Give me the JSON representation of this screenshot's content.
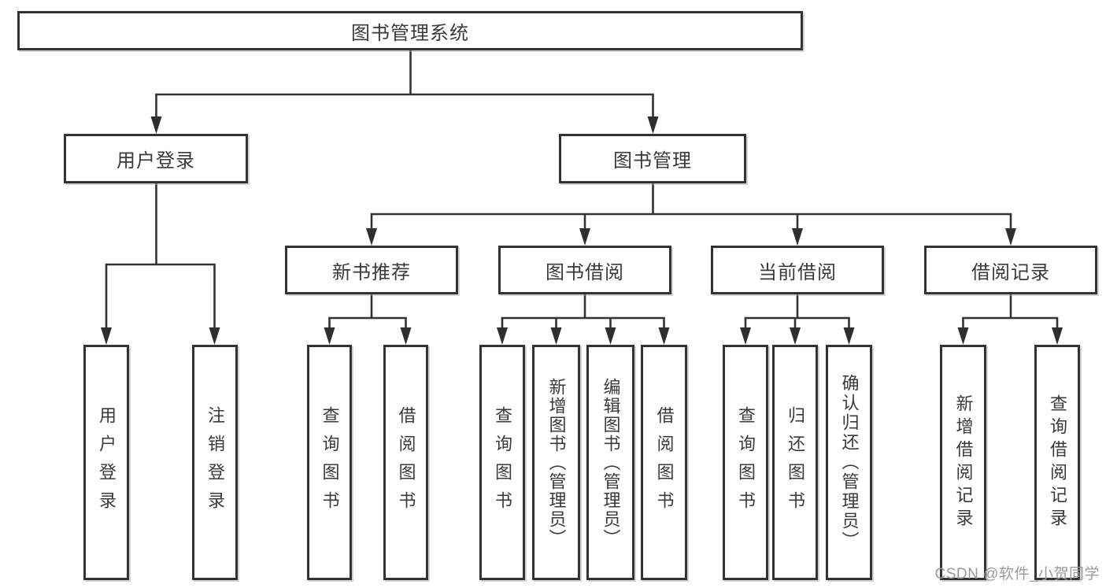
{
  "diagram": {
    "root": {
      "label": "图书管理系统"
    },
    "level2": [
      {
        "id": "user-login",
        "label": "用户登录"
      },
      {
        "id": "book-management",
        "label": "图书管理"
      }
    ],
    "level3": [
      {
        "id": "new-book-recommend",
        "label": "新书推荐"
      },
      {
        "id": "book-borrowing",
        "label": "图书借阅"
      },
      {
        "id": "current-borrowing",
        "label": "当前借阅"
      },
      {
        "id": "borrowing-records",
        "label": "借阅记录"
      }
    ],
    "leaves": [
      {
        "parent": "user-login",
        "label": "用户登录"
      },
      {
        "parent": "user-login",
        "label": "注销登录"
      },
      {
        "parent": "new-book-recommend",
        "label": "查询图书"
      },
      {
        "parent": "new-book-recommend",
        "label": "借阅图书"
      },
      {
        "parent": "book-borrowing",
        "label": "查询图书"
      },
      {
        "parent": "book-borrowing",
        "label": "新增图书（管理员）"
      },
      {
        "parent": "book-borrowing",
        "label": "编辑图书（管理员）"
      },
      {
        "parent": "book-borrowing",
        "label": "借阅图书"
      },
      {
        "parent": "current-borrowing",
        "label": "查询图书"
      },
      {
        "parent": "current-borrowing",
        "label": "归还图书"
      },
      {
        "parent": "current-borrowing",
        "label": "确认归还（管理员）"
      },
      {
        "parent": "borrowing-records",
        "label": "新增借阅记录"
      },
      {
        "parent": "borrowing-records",
        "label": "查询借阅记录"
      }
    ]
  },
  "watermark": {
    "text": "CSDN @软件_小贺同学"
  },
  "colors": {
    "border": "#333333",
    "line": "#333333",
    "text": "#3a3a3a",
    "watermark": "#9a9a9a",
    "background": "#ffffff"
  }
}
